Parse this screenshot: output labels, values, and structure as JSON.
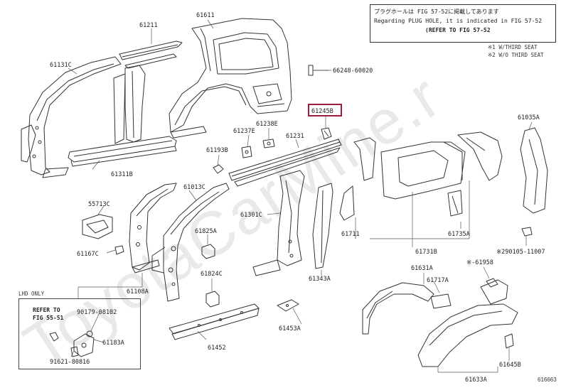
{
  "watermark": "ToyotaCarMine.r",
  "note": {
    "line1": "プラグホールは FIG 57-52に掲載してあります",
    "line2": "Regarding PLUG HOLE, it is indicated in FIG 57-52",
    "line3": "(REFER TO FIG 57-52"
  },
  "legend": {
    "item1": "※1 W/THIRD SEAT",
    "item2": "※2 W/O THIRD SEAT"
  },
  "lhd": {
    "label": "LHD ONLY",
    "refer_line1": "REFER TO",
    "refer_line2": "FIG 55-51"
  },
  "figure_id": "616663",
  "labels": {
    "p61211": "61211",
    "p61611": "61611",
    "p61131c": "61131C",
    "p66248": "66248-60020",
    "p61245b": "61245B",
    "p61035a": "61035A",
    "p61237e": "61237E",
    "p61238e": "61238E",
    "p61231": "61231",
    "p61193b": "61193B",
    "p61311b": "61311B",
    "p61013c": "61013C",
    "p55713c": "55713C",
    "p61825a": "61825A",
    "p61301c": "61301C",
    "p61167c": "61167C",
    "p61711": "61711",
    "p61735a": "61735A",
    "p61731b": "61731B",
    "p90105": "※290105-11007",
    "p61824c": "61824C",
    "p61343a": "61343A",
    "p61631a": "61631A",
    "p61958": "※-61958",
    "p61108a": "61108A",
    "p61717a": "61717A",
    "p90179": "90179-08102",
    "p61183a": "61183A",
    "p61452": "61452",
    "p61453a": "61453A",
    "p91621": "91621-80816",
    "p61645b": "61645B",
    "p61633a": "61633A"
  }
}
